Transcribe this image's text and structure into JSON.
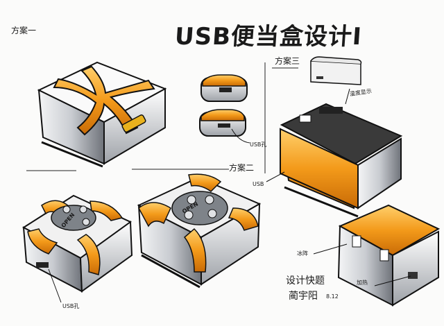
{
  "sheet": {
    "title": "USB便当盒设计I",
    "scheme_one": "方案一",
    "scheme_two": "方案二",
    "scheme_three": "方案三",
    "usb_port_a": "USB孔",
    "usb_port_b": "USB",
    "usb_port_c": "USB孔",
    "temp_display": "温度显示",
    "ice_label": "冰阵",
    "heat_label": "加热",
    "caption": "设计快题",
    "author": "蔺宇阳",
    "date": "8.12",
    "button_labels": [
      "OPEN",
      "OPEN"
    ]
  },
  "colors": {
    "orange": "#f39a1a",
    "orange_dark": "#c96b06",
    "grey": "#c9ccd1",
    "grey_dark": "#6f737a",
    "ink": "#141414"
  }
}
